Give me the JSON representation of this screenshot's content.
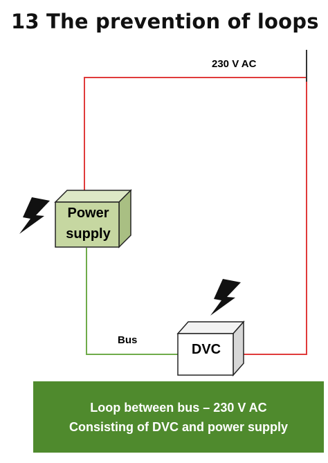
{
  "title": "13 The prevention of loops",
  "labels": {
    "ac": "230 V AC",
    "bus": "Bus",
    "power_supply": [
      "Power",
      "supply"
    ],
    "dvc": "DVC"
  },
  "banner": {
    "line1": "Loop between bus – 230 V AC",
    "line2": "Consisting of DVC and power supply"
  },
  "colors": {
    "ac_wire": "#e03a3a",
    "bus_wire": "#6fab4a",
    "power_supply_box": "#c6d7a1",
    "dvc_box": "#ffffff",
    "banner_bg": "#4f8a2d",
    "banner_text": "#ffffff"
  },
  "icons": [
    "lightning-bolt-icon",
    "lightning-bolt-icon"
  ]
}
